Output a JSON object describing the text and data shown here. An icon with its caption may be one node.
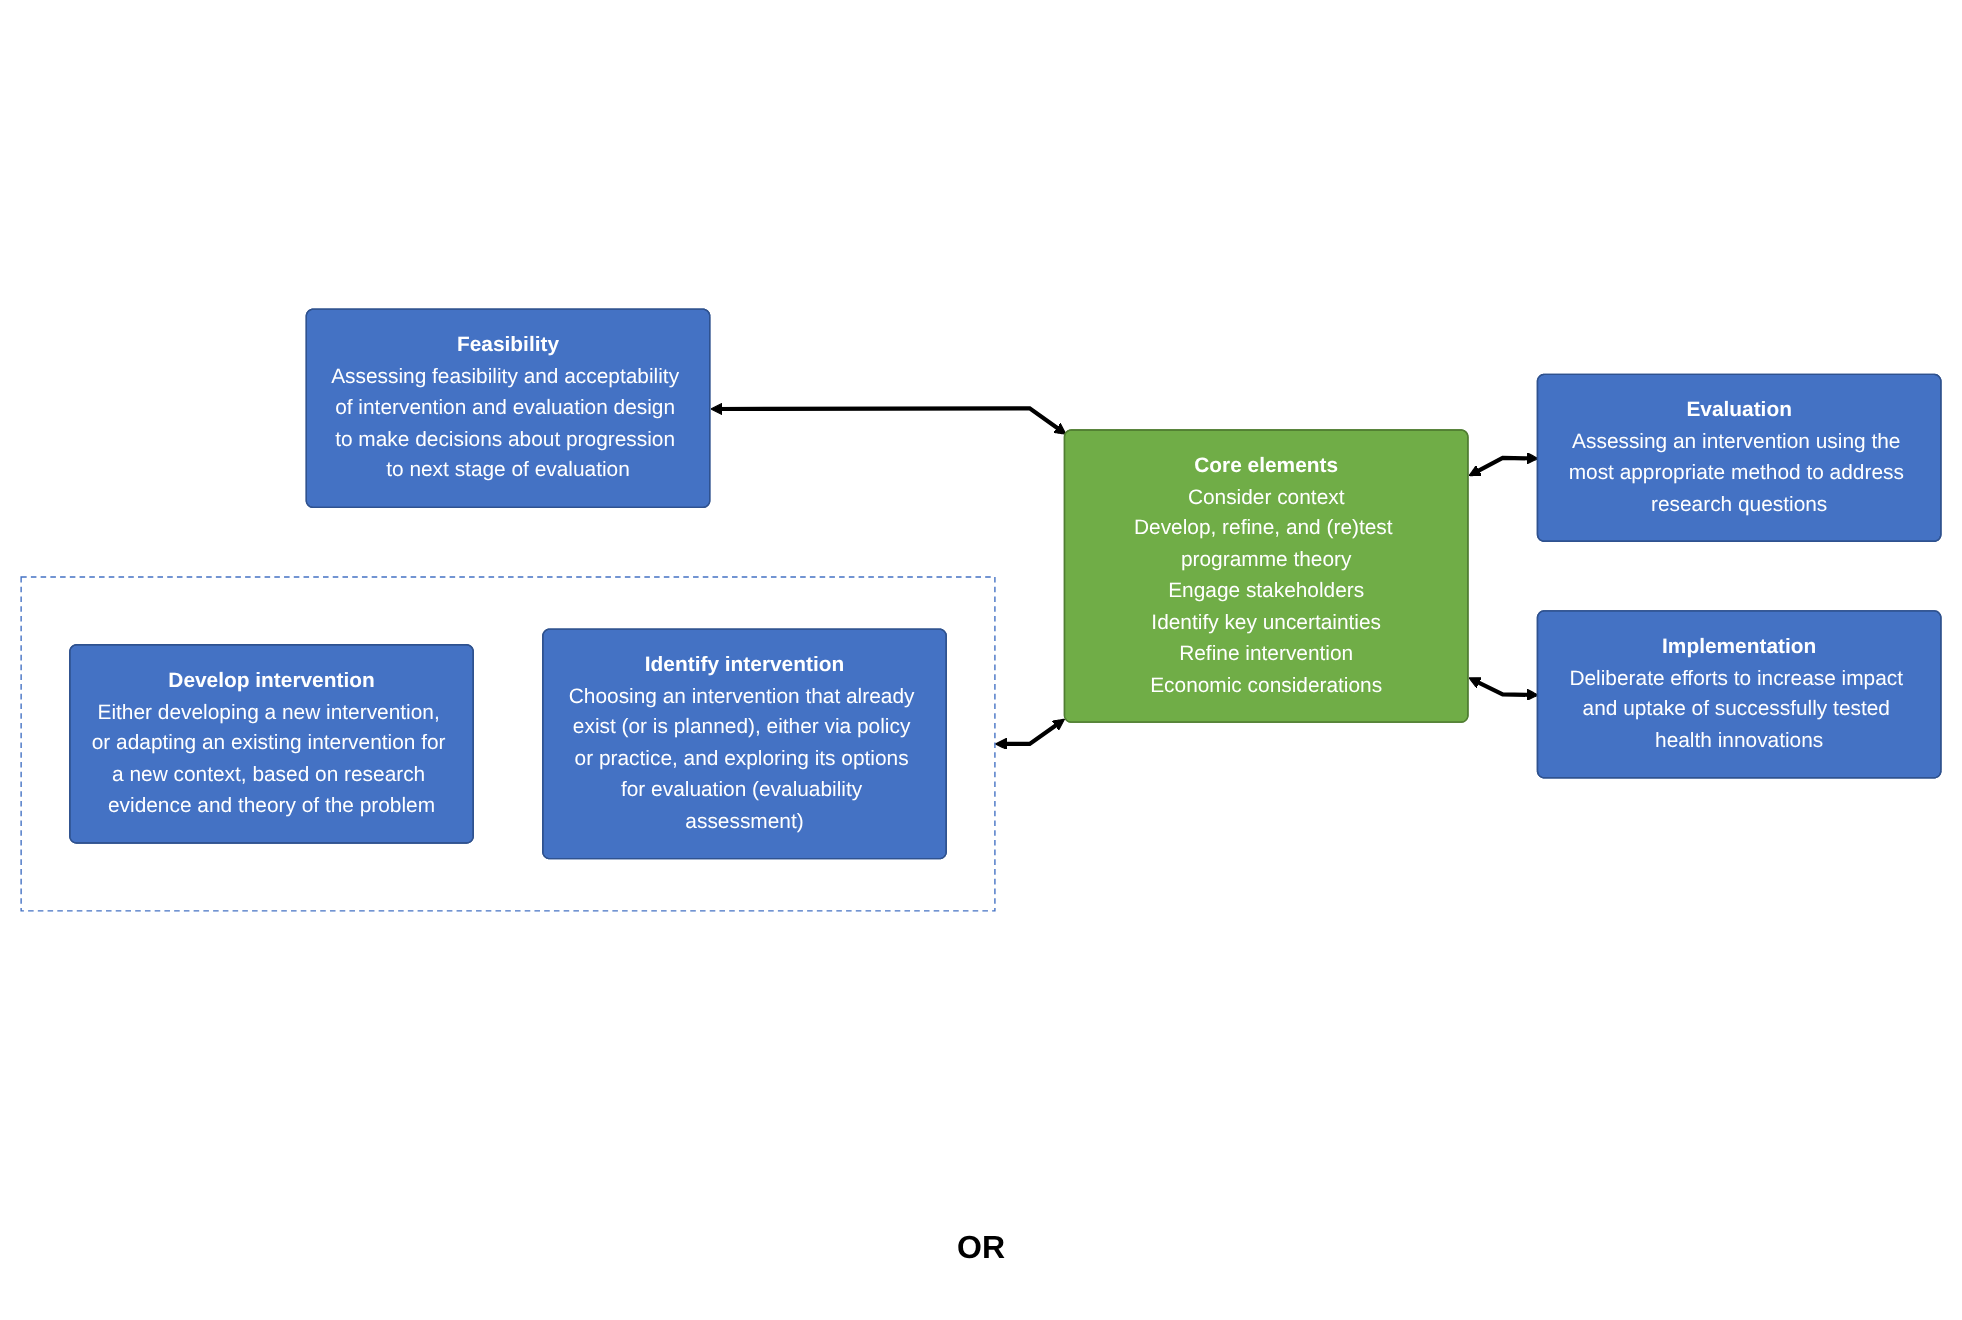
{
  "diagram": {
    "nodes": [
      {
        "text": [
          "Feasibility",
          "Assessing feasibility and acceptability of intervention and evaluation design to make decisions about progression to next stage of evaluation"
        ]
      },
      {
        "text": [],
        "shape": "box"
      },
      {
        "text": [
          "Develop intervention",
          "Either developing a new intervention, or adapting an existing intervention for a new context, based on research evidence and theory of the problem"
        ],
        "in": 1
      },
      {
        "text": [
          "Identify intervention",
          "Choosing an intervention that already exist (or is planned), either via policy or practice, and exploring its options for evaluation (evaluability assessment)"
        ],
        "in": 1
      },
      {
        "text": [
          "Core elements",
          "Consider context",
          "Develop, refine, and (re)test programme theory",
          "Engage stakeholders",
          "Identify key uncertainties",
          "Refine intervention",
          "Economic considerations"
        ]
      },
      {
        "text": [
          "Evaluation",
          "Assessing an intervention using the most appropriate method to address research questions"
        ]
      },
      {
        "text": [
          "Implementation",
          "Deliberate efforts to increase impact and uptake of successfully tested health innovations"
        ]
      }
    ],
    "edges": [
      {
        "from": 0,
        "to": 4,
        "arrow": "both"
      },
      {
        "from": 1,
        "to": 4,
        "arrow": "both"
      },
      {
        "from": 4,
        "to": 5,
        "arrow": "both"
      },
      {
        "from": 4,
        "to": 6,
        "arrow": "both"
      }
    ],
    "labels": [
      "OR"
    ]
  }
}
